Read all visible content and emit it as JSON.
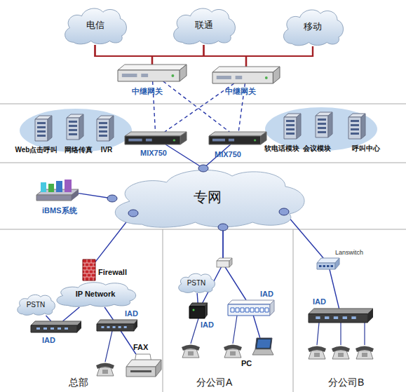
{
  "diagram": {
    "nodes": [
      {
        "text": [
          "电信"
        ]
      },
      {
        "text": [
          "联通"
        ]
      },
      {
        "text": [
          "移动"
        ]
      },
      {
        "text": [
          "中继网关"
        ]
      },
      {
        "text": [
          "中继网关"
        ]
      },
      {
        "text": [
          "Web点击呼叫"
        ]
      },
      {
        "text": [
          "网络传真"
        ]
      },
      {
        "text": [
          "IVR"
        ]
      },
      {
        "text": [
          "MIX750"
        ]
      },
      {
        "text": [
          "MIX750"
        ]
      },
      {
        "text": [
          "软电话模块"
        ]
      },
      {
        "text": [
          "会议模块"
        ]
      },
      {
        "text": [
          "呼叫中心"
        ]
      },
      {
        "text": [
          "专网"
        ]
      },
      {
        "text": [
          "iBMS系统"
        ]
      },
      {
        "text": [
          "Firewall"
        ]
      },
      {
        "text": [
          "IP Network"
        ]
      },
      {
        "text": [
          "PSTN"
        ]
      },
      {
        "text": [
          "IAD"
        ]
      },
      {
        "text": [
          "IAD"
        ]
      },
      {
        "text": [
          "FAX"
        ]
      },
      {
        "text": [
          "PSTN"
        ]
      },
      {
        "text": [
          "IAD"
        ]
      },
      {
        "text": [
          "IAD"
        ]
      },
      {
        "text": [
          "PC"
        ]
      },
      {
        "text": [
          "Lanswitch"
        ]
      },
      {
        "text": [
          "IAD"
        ]
      }
    ],
    "edges": [
      {
        "from": 0,
        "to": 3,
        "arrow": "none"
      },
      {
        "from": 0,
        "to": 4,
        "arrow": "none"
      },
      {
        "from": 1,
        "to": 3,
        "arrow": "none"
      },
      {
        "from": 1,
        "to": 4,
        "arrow": "none"
      },
      {
        "from": 2,
        "to": 3,
        "arrow": "none"
      },
      {
        "from": 2,
        "to": 4,
        "arrow": "none"
      },
      {
        "from": 3,
        "to": 8,
        "arrow": "none"
      },
      {
        "from": 3,
        "to": 9,
        "arrow": "none"
      },
      {
        "from": 4,
        "to": 8,
        "arrow": "none"
      },
      {
        "from": 4,
        "to": 9,
        "arrow": "none"
      },
      {
        "from": 8,
        "to": 13,
        "arrow": "none"
      },
      {
        "from": 9,
        "to": 13,
        "arrow": "none"
      },
      {
        "from": 14,
        "to": 13,
        "arrow": "none"
      },
      {
        "from": 13,
        "to": 15,
        "arrow": "none"
      },
      {
        "from": 15,
        "to": 16,
        "arrow": "none"
      },
      {
        "from": 16,
        "to": 18,
        "arrow": "none"
      },
      {
        "from": 16,
        "to": 19,
        "arrow": "none"
      },
      {
        "from": 17,
        "to": 18,
        "arrow": "none"
      },
      {
        "from": 19,
        "to": 20,
        "arrow": "none"
      },
      {
        "from": 13,
        "to": 22,
        "arrow": "none"
      },
      {
        "from": 13,
        "to": 23,
        "arrow": "none"
      },
      {
        "from": 21,
        "to": 22,
        "arrow": "none"
      },
      {
        "from": 23,
        "to": 24,
        "arrow": "none"
      },
      {
        "from": 13,
        "to": 25,
        "arrow": "none"
      },
      {
        "from": 25,
        "to": 26,
        "arrow": "none"
      }
    ],
    "labels": [
      "总部",
      "分公司A",
      "分公司B"
    ]
  }
}
